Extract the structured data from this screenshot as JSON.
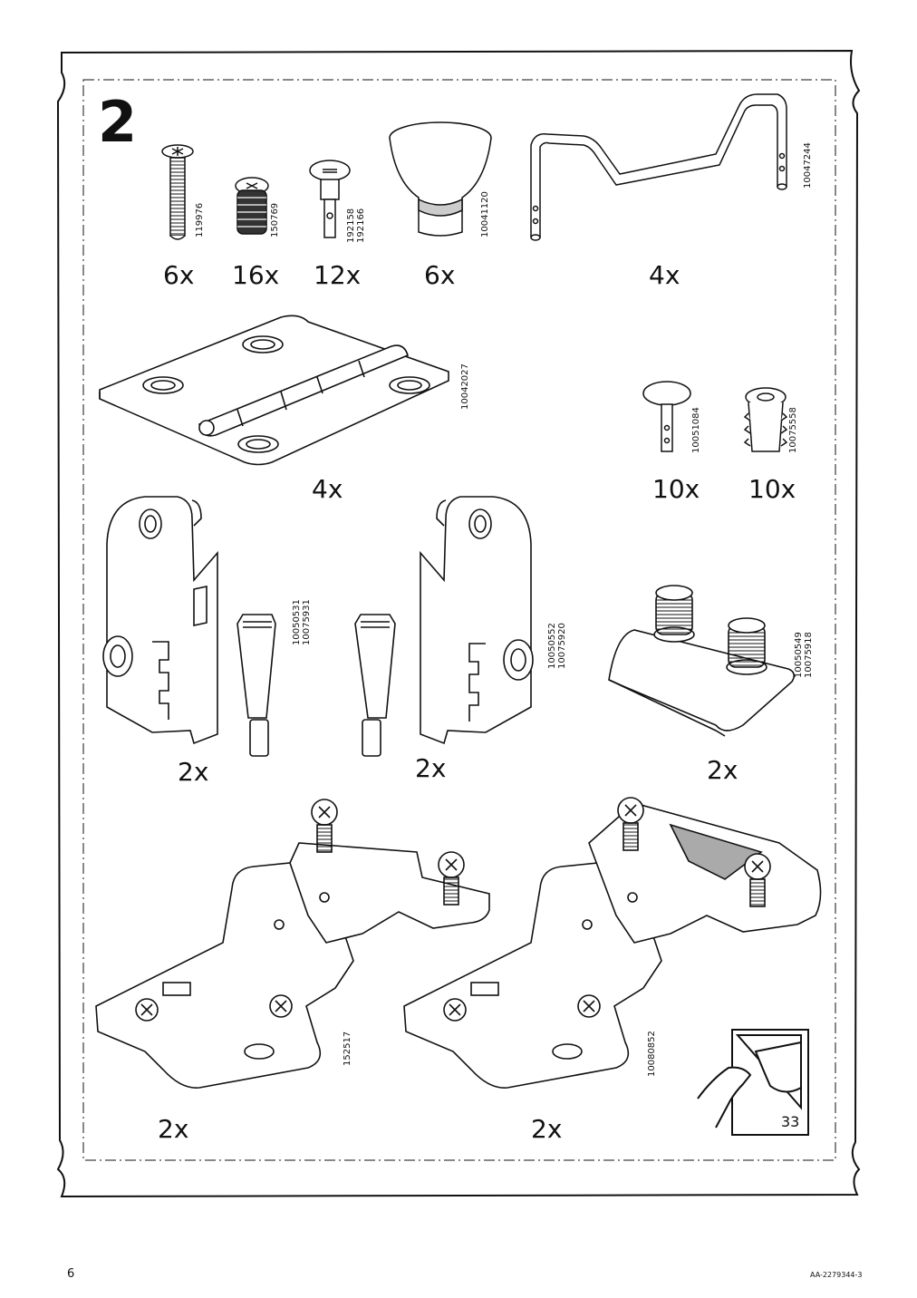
{
  "step_number": "2",
  "parts": [
    {
      "part_no": "119976",
      "qty": "6x"
    },
    {
      "part_no": "150769",
      "qty": "16x"
    },
    {
      "part_no": "192158\n192166",
      "qty": "12x"
    },
    {
      "part_no": "10041120",
      "qty": "6x"
    },
    {
      "part_no": "10047244",
      "qty": "4x"
    },
    {
      "part_no": "10042027",
      "qty": "4x"
    },
    {
      "part_no": "10051084",
      "qty": "10x"
    },
    {
      "part_no": "10075558",
      "qty": "10x"
    },
    {
      "part_no": "10050531\n10075931",
      "qty": "2x"
    },
    {
      "part_no": "10050552\n10075920",
      "qty": "2x"
    },
    {
      "part_no": "10050549\n10075918",
      "qty": "2x"
    },
    {
      "part_no": "152517",
      "qty": "2x"
    },
    {
      "part_no": "10080852",
      "qty": "2x"
    }
  ],
  "page_reference": "33",
  "footer": {
    "page_number": "6",
    "document_id": "AA-2279344-3"
  },
  "colors": {
    "ink": "#111111",
    "paper": "#ffffff",
    "shade": "#d9d9d9"
  }
}
